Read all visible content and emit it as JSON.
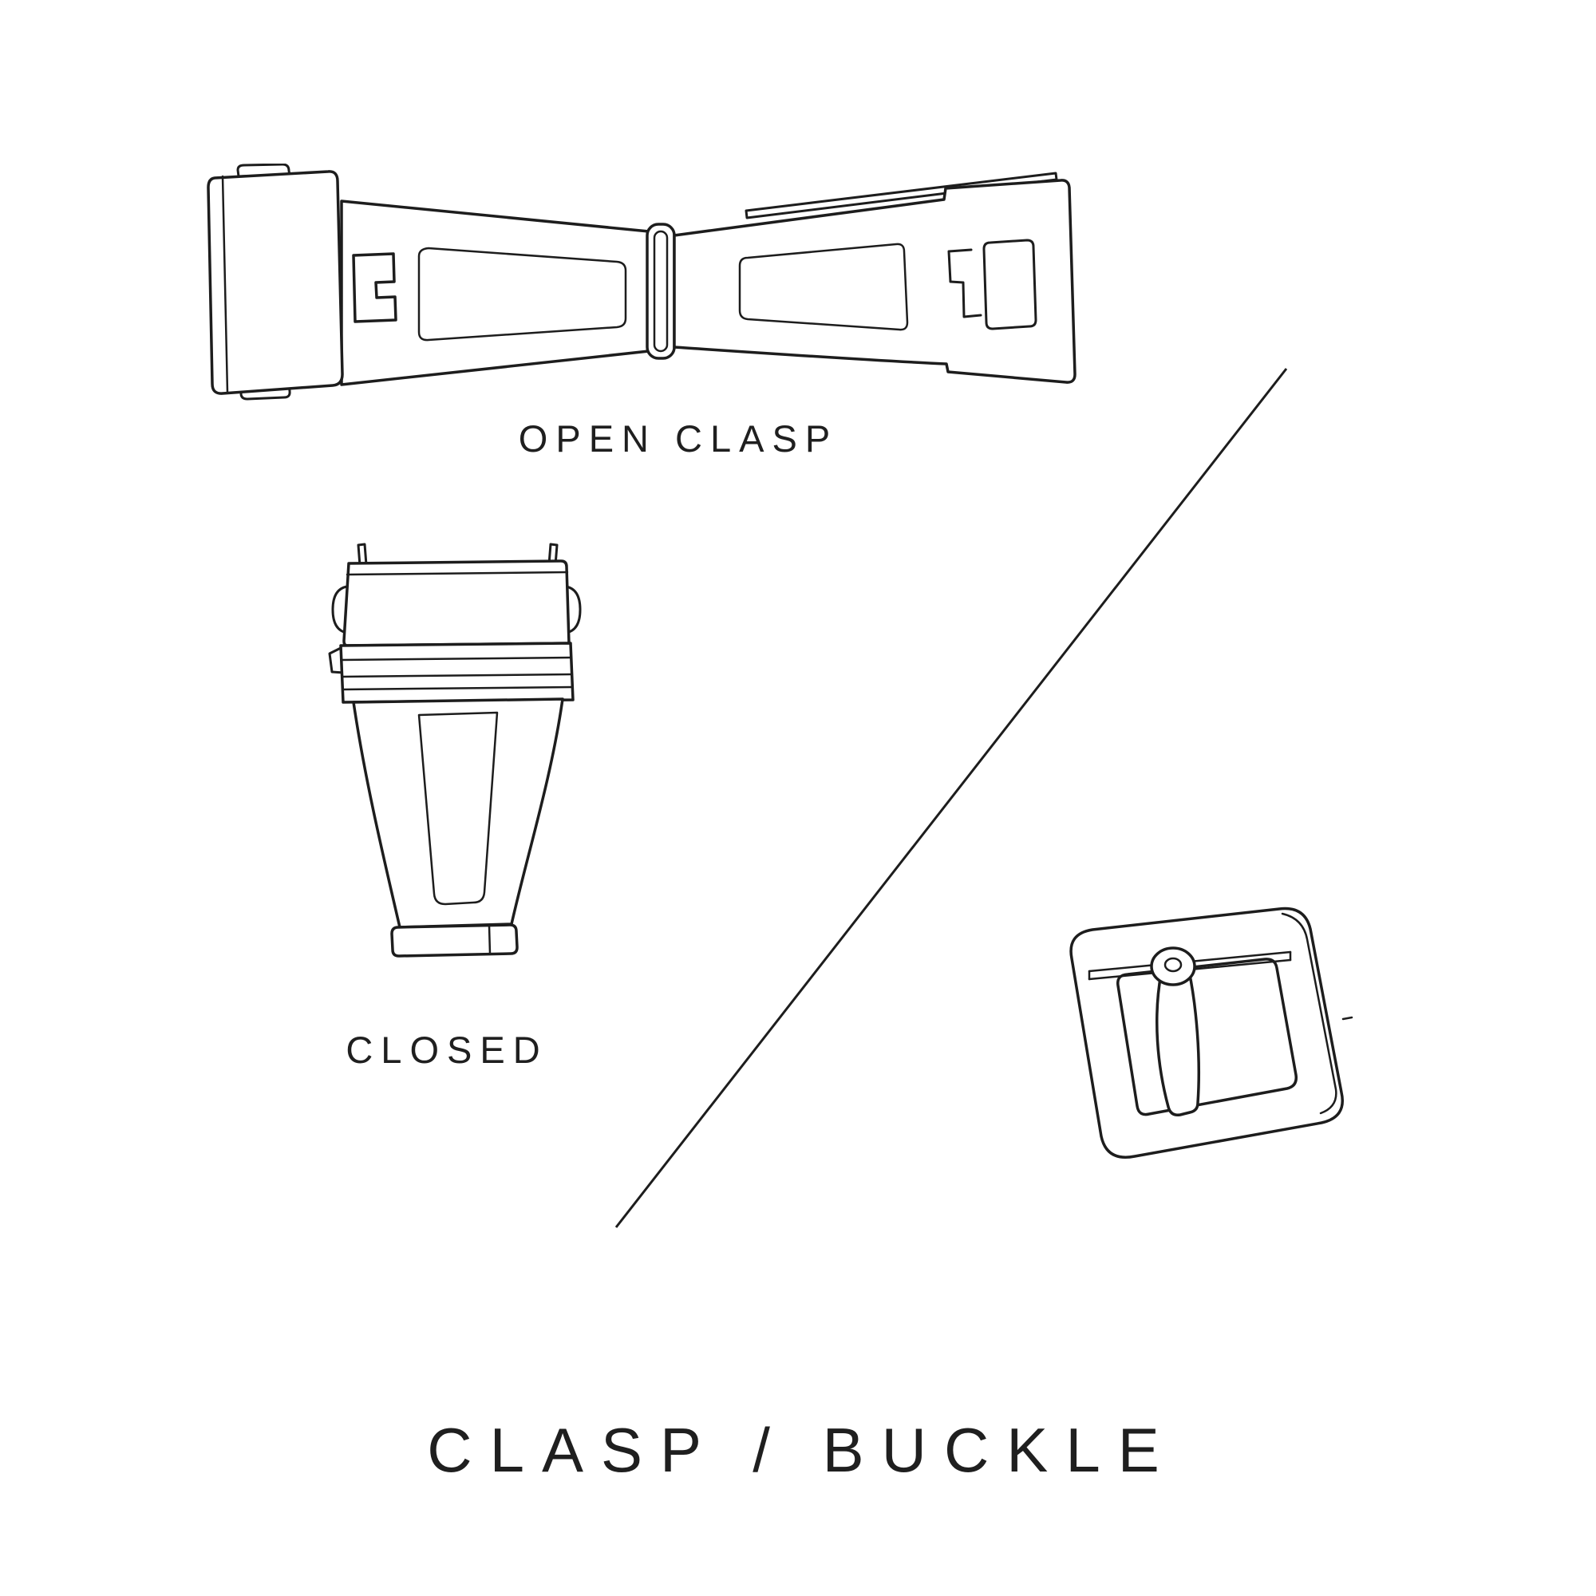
{
  "colors": {
    "background": "#ffffff",
    "ink": "#1d1d1d"
  },
  "labels": {
    "open_clasp": "OPEN CLASP",
    "closed": "CLOSED",
    "title": "CLASP / BUCKLE"
  }
}
